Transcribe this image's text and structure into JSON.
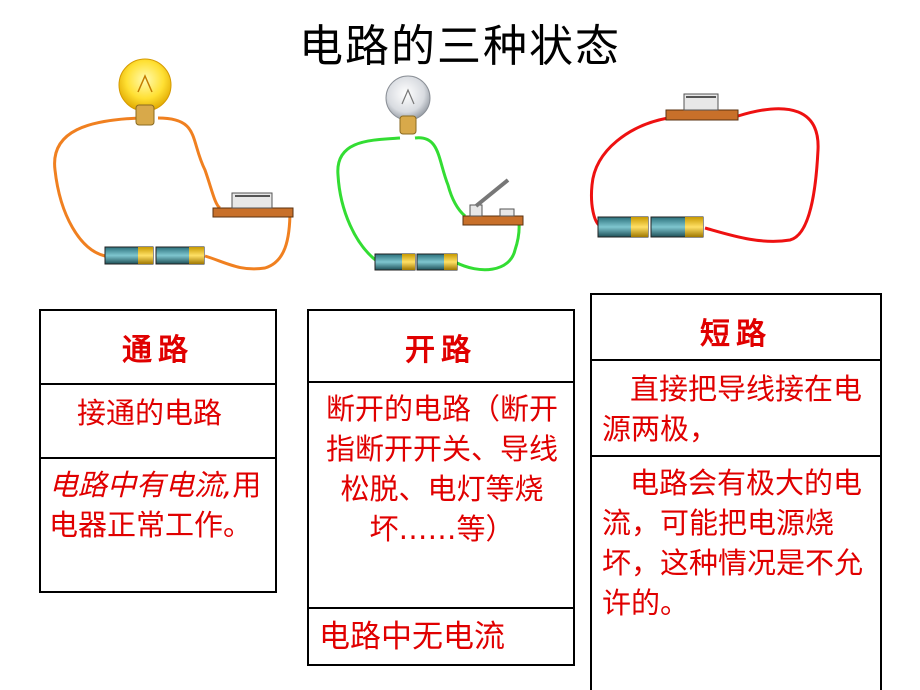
{
  "title": "电路的三种状态",
  "panels": [
    {
      "header": "通路",
      "definition": "接通的电路",
      "effect_italic": "电路中有电流,",
      "effect_rest": "用电器正常工作。"
    },
    {
      "header": "开路",
      "definition": "断开的电路（断开指断开开关、导线松脱、电灯等烧坏……等）",
      "effect": "电路中无电流"
    },
    {
      "header": "短路",
      "definition": "直接把导线接在电源两极，",
      "effect": "电路会有极大的电流，可能把电源烧坏，这种情况是不允许的。"
    }
  ],
  "colors": {
    "text_red": "#e00000",
    "wire_closed": "#f08020",
    "wire_open": "#33dd33",
    "wire_short": "#ee1111"
  }
}
